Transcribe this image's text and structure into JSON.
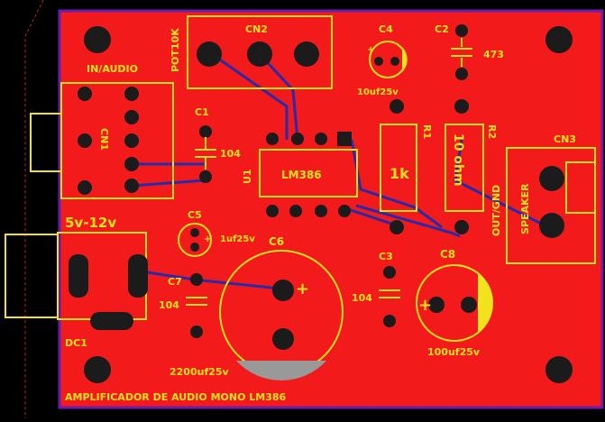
{
  "board": {
    "bg": "#000000",
    "copper": "#f21a1a",
    "silk": "#f2e21e",
    "trace": "#2a2aa8",
    "outline": "#6a1bb0",
    "pad": "#1b1b1b",
    "title": "AMPLIFICADOR DE AUDIO MONO LM386"
  },
  "labels": {
    "in_audio": "IN/AUDIO",
    "pot": "POT10K",
    "cn2": "CN2",
    "c4": "C4",
    "c4_val": "10uf25v",
    "c2": "C2",
    "c2_val": "473",
    "cn1": "CN1",
    "c1": "C1",
    "c1_val": "104",
    "u1": "U1",
    "lm386": "LM386",
    "r1": "R1",
    "r1_val": "1k",
    "r2": "R2",
    "r2_val": "10 ohm",
    "cn3": "CN3",
    "out_gnd": "OUT/GND",
    "speaker": "SPEAKER",
    "supply": "5v-12v",
    "c5": "C5",
    "c5_val": "1uf25v",
    "c6": "C6",
    "c6_val": "2200uf25v",
    "c7": "C7",
    "c7_val": "104",
    "c3": "C3",
    "c3_val": "104",
    "c8": "C8",
    "c8_val": "100uf25v",
    "dc1": "DC1",
    "plus": "+"
  }
}
